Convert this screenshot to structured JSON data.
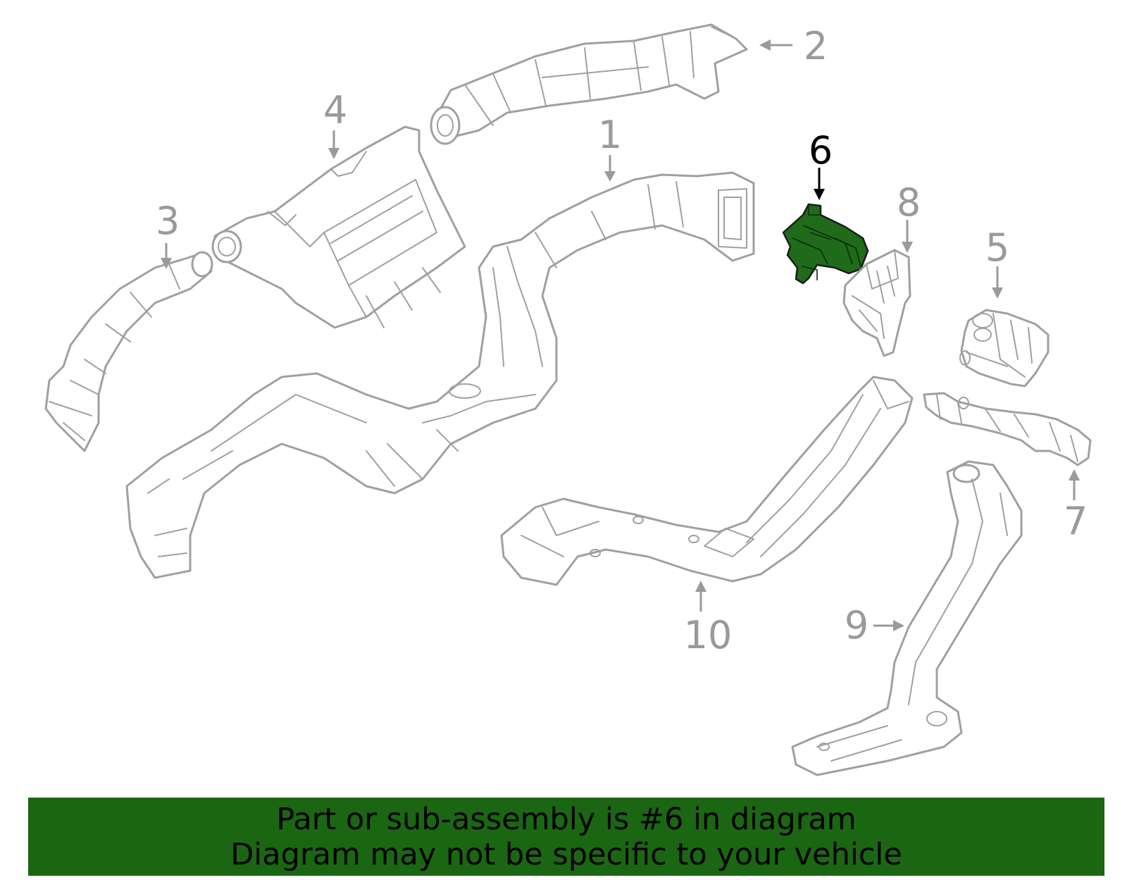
{
  "colors": {
    "background": "#ffffff",
    "part_outline": "#a0a0a0",
    "callout_text": "#9a9a9a",
    "highlight_fill": "#1f6b1a",
    "highlight_label": "#000000",
    "banner_bg": "#1b6612",
    "banner_text": "#000000"
  },
  "diagram": {
    "highlighted_part": "6",
    "callouts": [
      {
        "number": "1"
      },
      {
        "number": "2"
      },
      {
        "number": "3"
      },
      {
        "number": "4"
      },
      {
        "number": "5"
      },
      {
        "number": "6"
      },
      {
        "number": "7"
      },
      {
        "number": "8"
      },
      {
        "number": "9"
      },
      {
        "number": "10"
      }
    ]
  },
  "banner": {
    "line1": "Part or sub-assembly is #6 in diagram",
    "line2": "Diagram may not be specific to your vehicle"
  }
}
